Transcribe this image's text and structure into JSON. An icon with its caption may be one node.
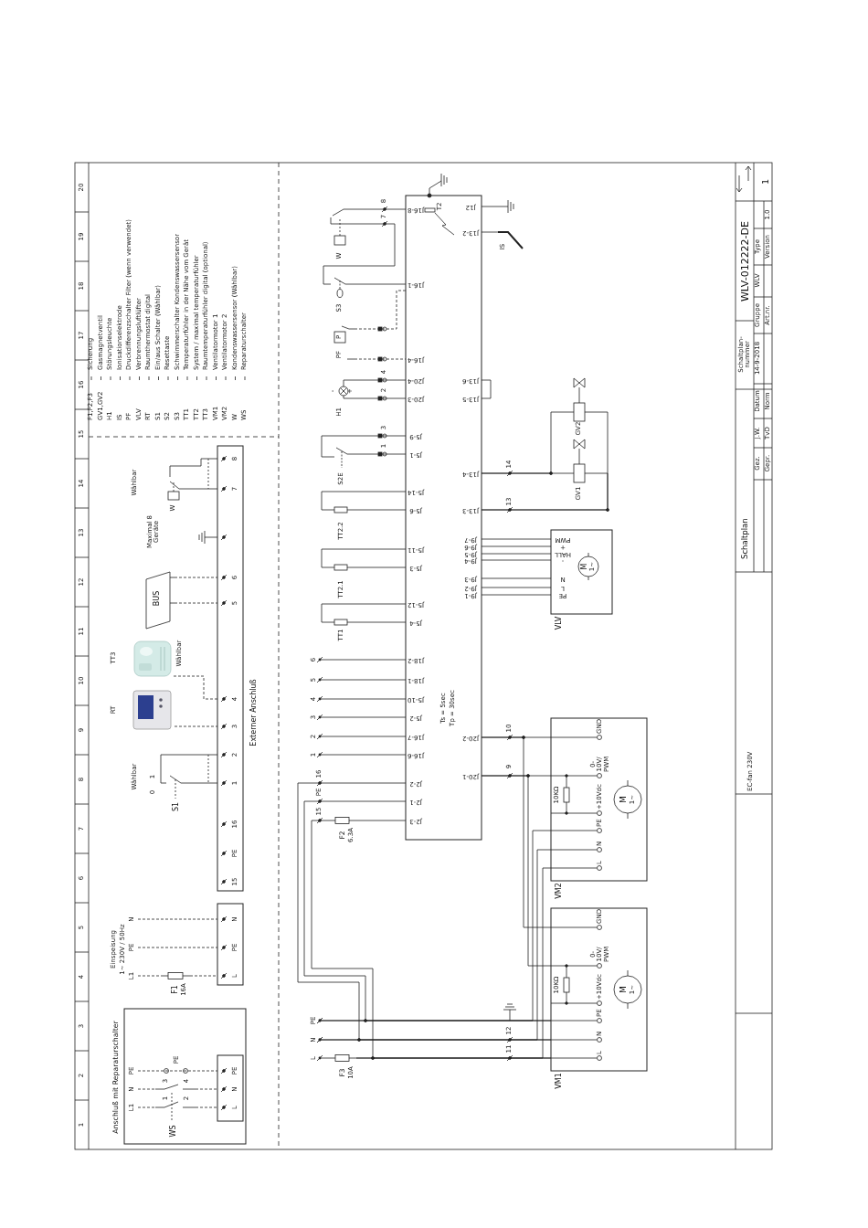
{
  "diagram": {
    "nodes": [
      {
        "text": [
          "Anschluß mit Reparaturschalter"
        ]
      },
      {
        "text": [
          "L",
          "N",
          "PE"
        ],
        "in": 0
      },
      {
        "text": [
          "WS",
          "1",
          "2",
          "3",
          "4"
        ],
        "in": 0
      },
      {
        "text": [
          "F1",
          "16A"
        ]
      },
      {
        "text": [
          "L",
          "PE",
          "N"
        ]
      },
      {
        "text": [
          "15",
          "PE",
          "16",
          "1",
          "2",
          "3",
          "4",
          "5",
          "6",
          "7",
          "8",
          "Externer Anschluß"
        ]
      },
      {
        "text": [
          "S1",
          "0",
          "1",
          "Wählbar"
        ]
      },
      {
        "text": [],
        "shape": "picture",
        "beside": [
          "RT"
        ]
      },
      {
        "text": [],
        "shape": "picture",
        "beside": [
          "TT3",
          "Wählbar"
        ]
      },
      {
        "text": [
          "BUS"
        ]
      },
      {
        "text": [
          "W"
        ]
      },
      {
        "text": [
          "J16-8",
          "J16-1",
          "J16-4",
          "J20-4",
          "J20-3",
          "J5-9",
          "J5-1",
          "J5-14",
          "J5-6",
          "J5-11",
          "J5-3",
          "J5-12",
          "J5-4",
          "J18-2",
          "J18-1",
          "J5-10",
          "J5-2",
          "J16-7",
          "J16-6",
          "J2-2",
          "J2-1",
          "J2-3",
          "J12",
          "J13-2",
          "J13-6",
          "J13-5",
          "J13-4",
          "J13-3",
          "J9-7",
          "J9-6",
          "J9-5",
          "J9-4",
          "J9-3",
          "J9-2",
          "J9-1",
          "J20-2",
          "J20-1",
          "Ts = 5sec",
          "Tp = 30sec"
        ]
      },
      {
        "text": [
          "W"
        ]
      },
      {
        "text": [
          "S3"
        ]
      },
      {
        "text": [
          "PF",
          "P"
        ]
      },
      {
        "text": [
          "H1",
          "-",
          "+"
        ]
      },
      {
        "text": [
          "S2E"
        ]
      },
      {
        "text": [
          "TT2.2"
        ]
      },
      {
        "text": [
          "TT2.1"
        ]
      },
      {
        "text": [
          "TT1"
        ]
      },
      {
        "text": [
          "F2",
          "6.3A"
        ]
      },
      {
        "text": [
          "F3",
          "10A"
        ]
      },
      {
        "text": [
          "IS"
        ]
      },
      {
        "text": [
          "T2"
        ],
        "in": 11
      },
      {
        "text": [
          "PWM",
          "+",
          "HALL",
          "-",
          "N",
          "L",
          "PE",
          "M",
          "1~",
          "VLV"
        ]
      },
      {
        "text": [
          "GV1"
        ]
      },
      {
        "text": [
          "GV2"
        ]
      },
      {
        "text": [
          "GND",
          "0-10V/ PWM",
          "+10Vdc",
          "PE",
          "N",
          "L",
          "10KΩ",
          "M",
          "1~",
          "VM1"
        ]
      },
      {
        "text": [
          "GND",
          "0-10V/ PWM",
          "+10Vdc",
          "PE",
          "N",
          "L",
          "10KΩ",
          "M",
          "1~",
          "VM2"
        ]
      },
      {
        "text": [
          "L1"
        ],
        "in": 0
      },
      {
        "text": [
          "N"
        ],
        "in": 0
      },
      {
        "text": [
          "PE"
        ],
        "in": 0
      },
      {
        "text": [
          "L1"
        ]
      },
      {
        "text": [
          "PE"
        ]
      },
      {
        "text": [
          "N"
        ]
      },
      {
        "text": [
          "6"
        ]
      },
      {
        "text": [
          "5"
        ]
      },
      {
        "text": [
          "4"
        ]
      },
      {
        "text": [
          "3"
        ]
      },
      {
        "text": [
          "2"
        ]
      },
      {
        "text": [
          "1"
        ]
      },
      {
        "text": [
          "PE"
        ]
      },
      {
        "text": [
          "N"
        ]
      },
      {
        "text": [
          "L"
        ]
      }
    ],
    "edges": [
      {
        "from": 29,
        "to": 2,
        "arrow": "none",
        "style": "dashed"
      },
      {
        "from": 30,
        "to": 2,
        "arrow": "none",
        "style": "dashed"
      },
      {
        "from": 2,
        "to": 1,
        "arrow": "none",
        "style": "dashed"
      },
      {
        "from": 2,
        "to": 1,
        "arrow": "none",
        "style": "dashed"
      },
      {
        "from": 31,
        "to": 1,
        "arrow": "none",
        "style": "dashed"
      },
      {
        "from": 32,
        "to": 3,
        "arrow": "none",
        "style": "dashed"
      },
      {
        "from": 3,
        "to": 4,
        "arrow": "none",
        "style": "dashed"
      },
      {
        "from": 33,
        "to": 4,
        "arrow": "none",
        "style": "dashed"
      },
      {
        "from": 34,
        "to": 4,
        "arrow": "none",
        "style": "dashed"
      },
      {
        "from": 6,
        "to": 5,
        "arrow": "none"
      },
      {
        "from": 6,
        "to": 5,
        "arrow": "none"
      },
      {
        "from": 7,
        "to": 5,
        "arrow": "none",
        "style": "dashed"
      },
      {
        "from": 8,
        "to": 5,
        "arrow": "none",
        "style": "dashed"
      },
      {
        "from": 9,
        "to": 5,
        "arrow": "none",
        "style": "dashed"
      },
      {
        "from": 9,
        "to": 5,
        "arrow": "none",
        "style": "dashed"
      },
      {
        "from": 10,
        "to": 5,
        "arrow": "none"
      },
      {
        "from": 10,
        "to": 5,
        "arrow": "none"
      },
      {
        "from": 12,
        "to": 11,
        "arrow": "none"
      },
      {
        "from": 12,
        "to": 13,
        "arrow": "none"
      },
      {
        "from": 13,
        "to": 11,
        "arrow": "none"
      },
      {
        "from": 14,
        "to": 11,
        "arrow": "none",
        "style": "dashed"
      },
      {
        "from": 14,
        "to": 11,
        "arrow": "none",
        "style": "dashed"
      },
      {
        "from": 15,
        "to": 11,
        "arrow": "none"
      },
      {
        "from": 15,
        "to": 11,
        "arrow": "none"
      },
      {
        "from": 16,
        "to": 11,
        "arrow": "none"
      },
      {
        "from": 16,
        "to": 11,
        "arrow": "none"
      },
      {
        "from": 17,
        "to": 11,
        "arrow": "none"
      },
      {
        "from": 17,
        "to": 11,
        "arrow": "none"
      },
      {
        "from": 18,
        "to": 11,
        "arrow": "none"
      },
      {
        "from": 18,
        "to": 11,
        "arrow": "none"
      },
      {
        "from": 19,
        "to": 11,
        "arrow": "none"
      },
      {
        "from": 19,
        "to": 11,
        "arrow": "none"
      },
      {
        "from": 35,
        "to": 11,
        "arrow": "other"
      },
      {
        "from": 36,
        "to": 11,
        "arrow": "other"
      },
      {
        "from": 37,
        "to": 11,
        "arrow": "other"
      },
      {
        "from": 38,
        "to": 11,
        "arrow": "other"
      },
      {
        "from": 39,
        "to": 11,
        "arrow": "other"
      },
      {
        "from": 40,
        "to": 11,
        "arrow": "other"
      },
      {
        "from": 20,
        "to": 11,
        "arrow": "none"
      },
      {
        "from": 20,
        "to": 27,
        "arrow": "none"
      },
      {
        "from": 11,
        "to": 27,
        "arrow": "none"
      },
      {
        "from": 11,
        "to": 27,
        "arrow": "none"
      },
      {
        "from": 43,
        "to": 21,
        "arrow": "other"
      },
      {
        "from": 21,
        "to": 27,
        "arrow": "none"
      },
      {
        "from": 41,
        "to": 27,
        "arrow": "other"
      },
      {
        "from": 42,
        "to": 27,
        "arrow": "other"
      },
      {
        "from": 41,
        "to": 28,
        "arrow": "other"
      },
      {
        "from": 42,
        "to": 28,
        "arrow": "other"
      },
      {
        "from": 21,
        "to": 28,
        "arrow": "none"
      },
      {
        "from": 11,
        "to": 28,
        "arrow": "none"
      },
      {
        "from": 11,
        "to": 27,
        "arrow": "none"
      },
      {
        "from": 11,
        "to": 28,
        "arrow": "none"
      },
      {
        "from": 11,
        "to": 27,
        "arrow": "none"
      },
      {
        "from": 11,
        "to": 22,
        "arrow": "none"
      },
      {
        "from": 11,
        "to": 24,
        "arrow": "none"
      },
      {
        "from": 11,
        "to": 24,
        "arrow": "none"
      },
      {
        "from": 11,
        "to": 24,
        "arrow": "none"
      },
      {
        "from": 11,
        "to": 24,
        "arrow": "none"
      },
      {
        "from": 11,
        "to": 24,
        "arrow": "none"
      },
      {
        "from": 11,
        "to": 24,
        "arrow": "none"
      },
      {
        "from": 11,
        "to": 24,
        "arrow": "none"
      },
      {
        "from": 11,
        "to": 25,
        "arrow": "none"
      },
      {
        "from": 25,
        "to": 11,
        "arrow": "none"
      },
      {
        "from": 11,
        "to": 26,
        "arrow": "none"
      },
      {
        "from": 26,
        "to": 11,
        "arrow": "none"
      }
    ],
    "labels": [
      "1",
      "2",
      "3",
      "4",
      "5",
      "6",
      "7",
      "8",
      "9",
      "10",
      "11",
      "12",
      "13",
      "14",
      "15",
      "16",
      "17",
      "18",
      "19",
      "20",
      "F1,F2,F3",
      "Sicherung",
      "GV1,GV2",
      "Gasmagnetventil",
      "H1",
      "Störungsleuchte",
      "IS",
      "Ionisationselektrode",
      "PF",
      "Druckdifferenzschalter Filter (wenn verwendet)",
      "VLV",
      "Verbrennungsluftlüfter",
      "RT",
      "Raumthermostat digital",
      "S1",
      "Ein/aus Schalter (Wählbar)",
      "S2",
      "Resettaste",
      "S3",
      "Schwimmerschalter Kondenswassersensor",
      "TT1",
      "Temperaturfühler in der Nähe vom Gerät",
      "TT2",
      "System / maximal temperaturfühler",
      "TT3",
      "Raumtemperaturfühler digital (optional)",
      "VM1",
      "Ventilatormotor 1",
      "VM2",
      "Ventilatormotor 2",
      "W",
      "Kondenswassersensor (Wählbar)",
      "WS",
      "Reparaturschalter",
      "PE",
      "Einspeisung",
      "1~ 230V / 50Hz",
      "Maximal 8 Geräte",
      "Wählbar",
      "8",
      "7",
      "4",
      "2",
      "3",
      "1",
      "16",
      "PE",
      "15",
      "14",
      "13",
      "10",
      "9",
      "12",
      "11",
      "Schaltplan- nummer",
      "WLV-012222-DE",
      "1",
      "Schaltplan",
      "Gez.",
      "Gepr.",
      "J.W.",
      "TvD",
      "Datum",
      "Norm",
      "14-9-2018",
      "Gruppe",
      "Art.nr.",
      "WLV",
      "Type",
      "Version",
      "1.0",
      "EC-fan 230V"
    ]
  }
}
